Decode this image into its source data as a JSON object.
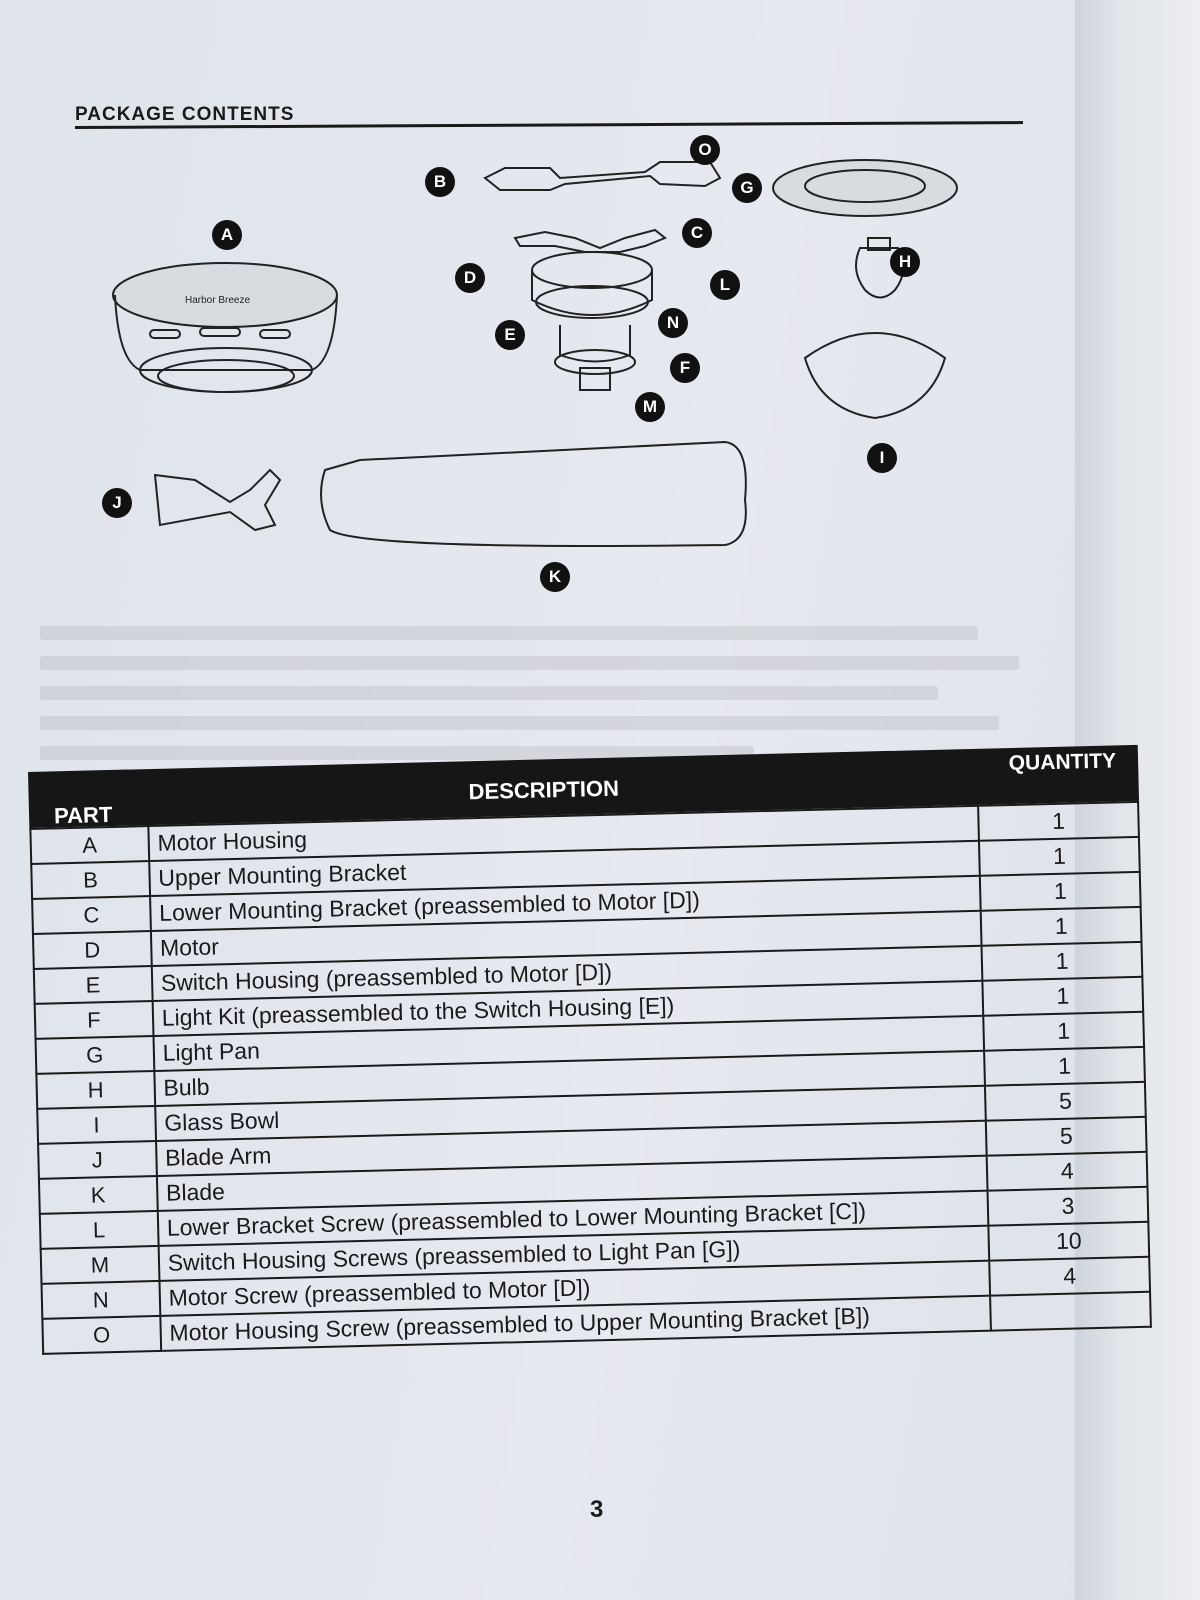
{
  "section_title": "PACKAGE CONTENTS",
  "diagram": {
    "callouts": [
      "A",
      "B",
      "C",
      "D",
      "E",
      "F",
      "G",
      "H",
      "I",
      "J",
      "K",
      "L",
      "M",
      "N",
      "O"
    ],
    "housing_brand_text": "Harbor Breeze"
  },
  "table": {
    "headers": {
      "part": "PART",
      "description": "DESCRIPTION",
      "quantity": "QUANTITY"
    },
    "rows": [
      {
        "part": "A",
        "description": "Motor Housing",
        "quantity": "1"
      },
      {
        "part": "B",
        "description": "Upper Mounting Bracket",
        "quantity": "1"
      },
      {
        "part": "C",
        "description": "Lower Mounting Bracket (preassembled to Motor [D])",
        "quantity": "1"
      },
      {
        "part": "D",
        "description": "Motor",
        "quantity": "1"
      },
      {
        "part": "E",
        "description": "Switch Housing (preassembled to Motor [D])",
        "quantity": "1"
      },
      {
        "part": "F",
        "description": "Light Kit (preassembled to the Switch Housing [E])",
        "quantity": "1"
      },
      {
        "part": "G",
        "description": "Light Pan",
        "quantity": "1"
      },
      {
        "part": "H",
        "description": "Bulb",
        "quantity": "1"
      },
      {
        "part": "I",
        "description": "Glass Bowl",
        "quantity": "5"
      },
      {
        "part": "J",
        "description": "Blade Arm",
        "quantity": "5"
      },
      {
        "part": "K",
        "description": "Blade",
        "quantity": "4"
      },
      {
        "part": "L",
        "description": "Lower Bracket Screw (preassembled to Lower Mounting Bracket [C])",
        "quantity": "3"
      },
      {
        "part": "M",
        "description": "Switch Housing Screws (preassembled to Light Pan [G])",
        "quantity": "10"
      },
      {
        "part": "N",
        "description": "Motor Screw (preassembled to Motor [D])",
        "quantity": "4"
      },
      {
        "part": "O",
        "description": "Motor Housing Screw (preassembled to Upper Mounting Bracket [B])",
        "quantity": ""
      }
    ]
  },
  "page_number": "3"
}
